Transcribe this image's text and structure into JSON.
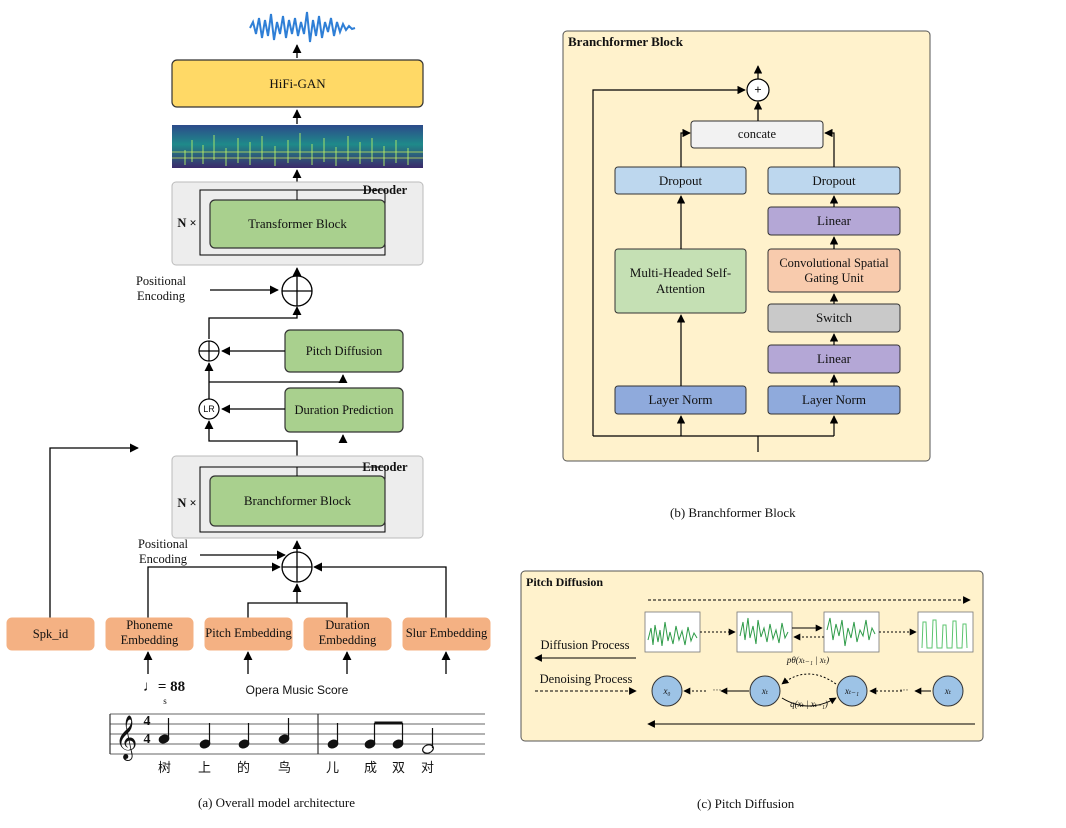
{
  "panel_a": {
    "caption": "(a)  Overall model architecture",
    "hifigan": "HiFi-GAN",
    "decoder_title": "Decoder",
    "encoder_title": "Encoder",
    "n_times": "N ×",
    "transformer_block": "Transformer Block",
    "branchformer_block": "Branchformer  Block",
    "positional_encoding": "Positional Encoding",
    "pitch_diffusion": "Pitch Diffusion",
    "duration_prediction": "Duration Prediction",
    "lr": "LR",
    "spk_id": "Spk_id",
    "phoneme_embedding": "Phoneme Embedding",
    "pitch_embedding": "Pitch Embedding",
    "duration_embedding": "Duration Embedding",
    "slur_embedding": "Slur Embedding",
    "tempo": "♩= 88",
    "tempo_sub": "s",
    "score_title": "Opera Music Score",
    "lyrics": [
      "树",
      "上",
      "的",
      "鸟",
      "儿",
      "成",
      "双",
      "对"
    ],
    "time_sig": [
      "4",
      "4"
    ]
  },
  "panel_b": {
    "title": "Branchformer Block",
    "caption": "(b)  Branchformer Block",
    "concate": "concate",
    "dropout_left": "Dropout",
    "dropout_right": "Dropout",
    "linear_top": "Linear",
    "linear_bottom": "Linear",
    "mhsa": "Multi-Headed Self-Attention",
    "cgsu": "Convolutional Spatial Gating Unit",
    "switch": "Switch",
    "layernorm_left": "Layer Norm",
    "layernorm_right": "Layer Norm",
    "plus": "+"
  },
  "panel_c": {
    "title": "Pitch Diffusion",
    "caption": "(c)  Pitch Diffusion",
    "diffusion_process": "Diffusion Process",
    "denoising_process": "Denoising Process",
    "nodes": [
      "x₀",
      "xₜ",
      "xₜ₋₁",
      "xₜ"
    ],
    "p_label": "pθ(xₜ₋₁ | xₜ)",
    "q_label": "q(xₜ | xₜ₋₁)",
    "ellipsis": "···"
  },
  "colors": {
    "green": "#a9d08e",
    "gray_panel": "#ededed",
    "yellow": "#ffd966",
    "orange": "#f4b183",
    "cream": "#fff2cc",
    "blue": "#bdd7ee",
    "ln_blue": "#8faadc",
    "purple": "#b4a7d6",
    "peach": "#f8cbad",
    "switch_gray": "#c9c9c9",
    "node_blue": "#9dc3e6",
    "spec_green": "#2e9b48",
    "wave_blue": "#2f7fd6"
  }
}
